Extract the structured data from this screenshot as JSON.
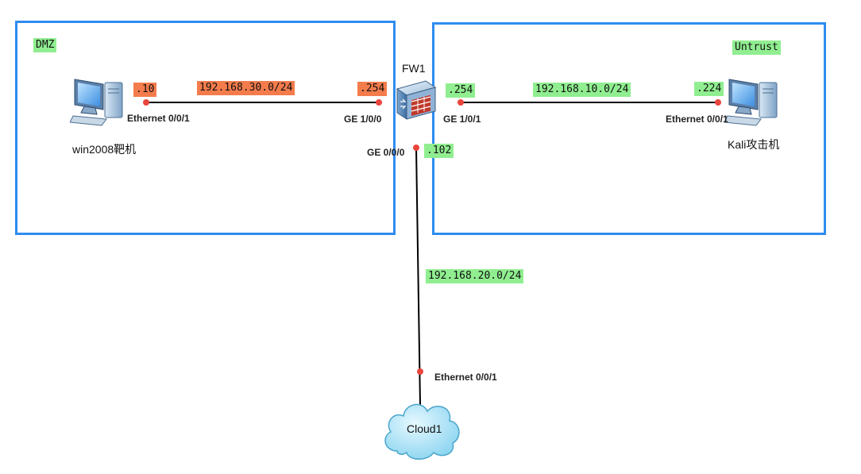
{
  "zones": {
    "dmz_label": "DMZ",
    "untrust_label": "Untrust"
  },
  "devices": {
    "firewall": "FW1",
    "win_host": "win2008靶机",
    "kali_host": "Kali攻击机",
    "cloud": "Cloud1"
  },
  "networks": {
    "dmz_subnet": "192.168.30.0/24",
    "untrust_subnet": "192.168.10.0/24",
    "cloud_subnet": "192.168.20.0/24"
  },
  "addresses": {
    "win_ip": ".10",
    "fw_dmz_ip": ".254",
    "fw_untrust_ip": ".254",
    "kali_ip": ".224",
    "fw_cloud_ip": ".102"
  },
  "ports": {
    "win_port": "Ethernet 0/0/1",
    "fw_dmz_port": "GE 1/0/0",
    "fw_untrust_port": "GE 1/0/1",
    "kali_port": "Ethernet 0/0/1",
    "fw_cloud_port": "GE 0/0/0",
    "cloud_port": "Ethernet 0/0/1"
  },
  "colors": {
    "zone_border": "#2f8cf0",
    "green_tag": "#90ee90",
    "orange_tag": "#f47c4c",
    "link_dot": "#e8453c"
  }
}
